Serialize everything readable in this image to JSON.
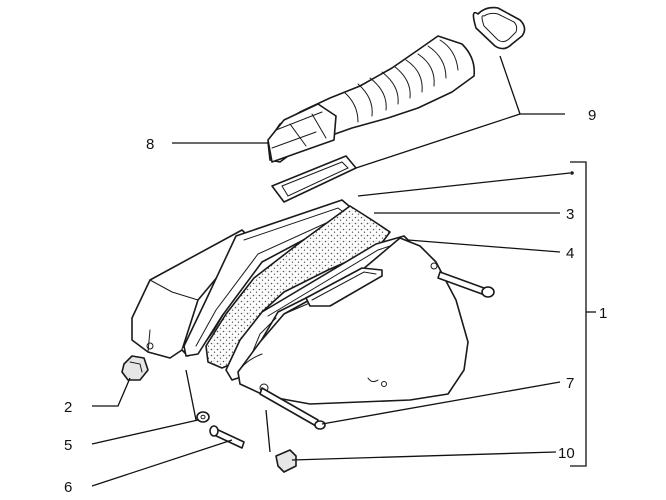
{
  "callouts": [
    {
      "id": "1",
      "text": "1"
    },
    {
      "id": "2",
      "text": "2"
    },
    {
      "id": "3",
      "text": "3"
    },
    {
      "id": "4",
      "text": "4"
    },
    {
      "id": "5",
      "text": "5"
    },
    {
      "id": "6",
      "text": "6"
    },
    {
      "id": "7",
      "text": "7"
    },
    {
      "id": "8",
      "text": "8"
    },
    {
      "id": "9",
      "text": "9"
    },
    {
      "id": "10",
      "text": "10"
    }
  ],
  "colors": {
    "line": "#1a1a1a",
    "filter_dots": "#555555",
    "background": "#ffffff"
  }
}
